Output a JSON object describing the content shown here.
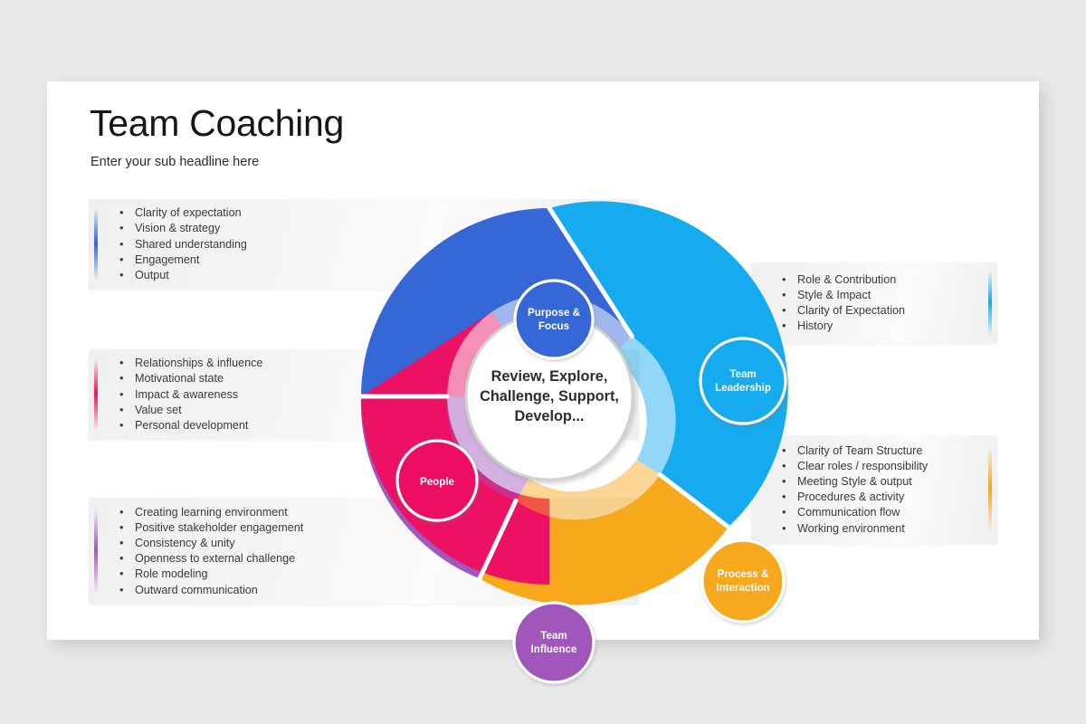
{
  "header": {
    "title": "Team Coaching",
    "subtitle": "Enter your sub headline here"
  },
  "diagram": {
    "center_text_lines": [
      "Review, Explore,",
      "Challenge, Support,",
      "Develop..."
    ],
    "nodes": [
      {
        "id": "purpose-focus",
        "lines": [
          "Purpose &",
          "Focus"
        ],
        "color": "#3567D6"
      },
      {
        "id": "team-leadership",
        "lines": [
          "Team",
          "Leadership"
        ],
        "color": "#16AAEE"
      },
      {
        "id": "process-interaction",
        "lines": [
          "Process &",
          "Interaction"
        ],
        "color": "#F7A81B"
      },
      {
        "id": "team-influence",
        "lines": [
          "Team",
          "Influence"
        ],
        "color": "#A157BC"
      },
      {
        "id": "people",
        "lines": [
          "People"
        ],
        "color": "#ED1164"
      }
    ]
  },
  "panels": [
    {
      "id": "purpose-focus-panel",
      "side": "left",
      "accent": "#2F63D8",
      "items": [
        "Clarity of expectation",
        "Vision & strategy",
        "Shared understanding",
        "Engagement",
        "Output"
      ]
    },
    {
      "id": "people-panel",
      "side": "left",
      "accent": "#ED1164",
      "items": [
        "Relationships & influence",
        "Motivational state",
        "Impact & awareness",
        "Value set",
        "Personal development"
      ]
    },
    {
      "id": "team-influence-panel",
      "side": "left",
      "accent": "#A157BC",
      "items": [
        "Creating learning environment",
        "Positive stakeholder engagement",
        "Consistency & unity",
        "Openness to external challenge",
        "Role modeling",
        "Outward communication"
      ]
    },
    {
      "id": "team-leadership-panel",
      "side": "right",
      "accent": "#16AAEE",
      "items": [
        "Role & Contribution",
        "Style & Impact",
        "Clarity of Expectation",
        "History"
      ]
    },
    {
      "id": "process-interaction-panel",
      "side": "right",
      "accent": "#F7A81B",
      "items": [
        "Clarity of Team Structure",
        "Clear roles / responsibility",
        "Meeting Style & output",
        "Procedures & activity",
        "Communication flow",
        "Working environment"
      ]
    }
  ],
  "bullet_glyph": "•"
}
